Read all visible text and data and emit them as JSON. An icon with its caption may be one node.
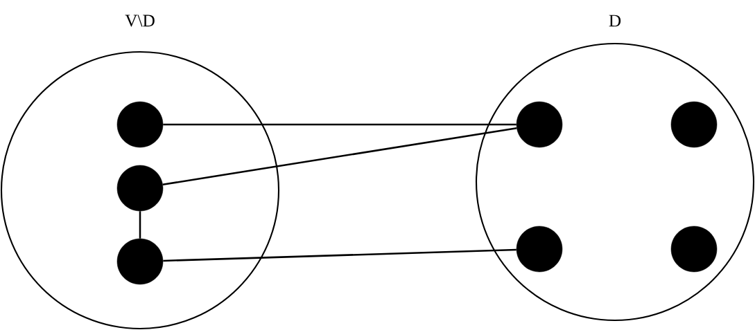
{
  "diagram": {
    "nodes": [
      {
        "text": [
          "V\\D"
        ]
      },
      {
        "text": [],
        "shape": "circle",
        "in": 0
      },
      {
        "text": [],
        "shape": "circle",
        "in": 0
      },
      {
        "text": [],
        "shape": "circle",
        "in": 0
      },
      {
        "text": [
          "D"
        ]
      },
      {
        "text": [],
        "shape": "circle",
        "in": 4
      },
      {
        "text": [],
        "shape": "circle",
        "in": 4
      },
      {
        "text": [],
        "shape": "circle",
        "in": 4
      },
      {
        "text": [],
        "shape": "circle",
        "in": 4
      }
    ],
    "edges": [
      {
        "from": 1,
        "to": 5,
        "arrow": "none"
      },
      {
        "from": 2,
        "to": 5,
        "arrow": "none"
      },
      {
        "from": 2,
        "to": 3,
        "arrow": "none"
      },
      {
        "from": 3,
        "to": 7,
        "arrow": "none"
      }
    ]
  }
}
